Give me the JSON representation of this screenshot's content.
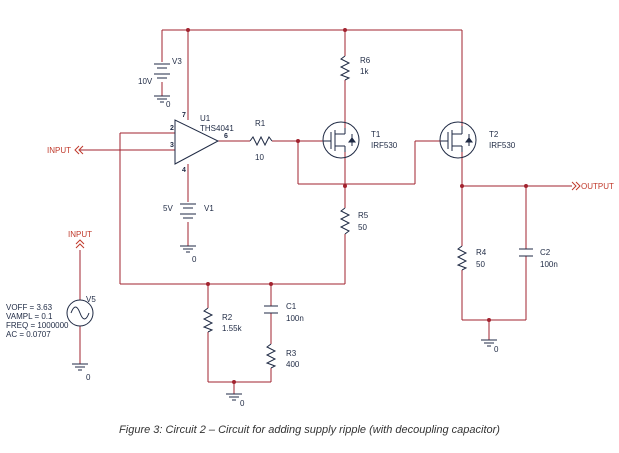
{
  "colors": {
    "wire": "#a2232f",
    "component": "#1f2a44",
    "label": "#1f2a44",
    "net_label": "#c0392b"
  },
  "caption": "Figure 3: Circuit 2 – Circuit for adding supply ripple (with decoupling capacitor)",
  "components": {
    "v3": {
      "name": "V3",
      "value": "10V"
    },
    "v1": {
      "name": "V1",
      "value": "5V"
    },
    "u1": {
      "name": "U1",
      "part": "THS4041"
    },
    "r1": {
      "name": "R1",
      "value": "10"
    },
    "r6": {
      "name": "R6",
      "value": "1k"
    },
    "r5": {
      "name": "R5",
      "value": "50"
    },
    "t1": {
      "name": "T1",
      "part": "IRF530"
    },
    "t2": {
      "name": "T2",
      "part": "IRF530"
    },
    "r4": {
      "name": "R4",
      "value": "50"
    },
    "c2": {
      "name": "C2",
      "value": "100n"
    },
    "r2": {
      "name": "R2",
      "value": "1.55k"
    },
    "c1": {
      "name": "C1",
      "value": "100n"
    },
    "r3": {
      "name": "R3",
      "value": "400"
    },
    "v5": {
      "name": "V5",
      "params": [
        "VOFF = 3.63",
        "VAMPL = 0.1",
        "FREQ = 1000000",
        "AC = 0.0707"
      ]
    }
  },
  "pins": {
    "p7": "7",
    "p2": "2",
    "p3": "3",
    "p4": "4",
    "p6": "6"
  },
  "nets": {
    "input": "INPUT",
    "output": "OUTPUT",
    "gnd": "0"
  }
}
